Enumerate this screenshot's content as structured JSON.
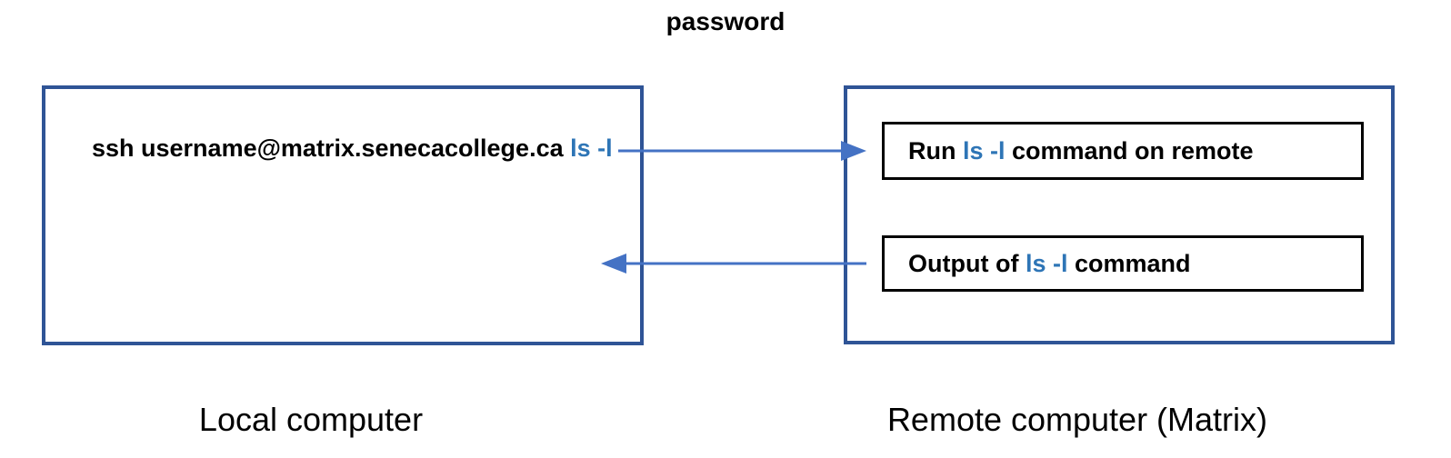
{
  "title": "password",
  "colors": {
    "background": "#ffffff",
    "text": "#000000",
    "box_border": "#2F5496",
    "inner_border": "#000000",
    "arrow": "#4472C4",
    "highlight_text": "#2E75B6"
  },
  "local": {
    "label": "Local computer",
    "command": {
      "prefix": "ssh username@matrix.senecacollege.ca ",
      "highlight": "ls -l"
    }
  },
  "remote": {
    "label": "Remote computer (Matrix)",
    "run_box": {
      "prefix": "Run ",
      "highlight": "ls -l",
      "suffix": " command on remote"
    },
    "output_box": {
      "prefix": "Output of ",
      "highlight": "ls -l",
      "suffix": " command"
    }
  },
  "arrows": {
    "request_direction": "left-to-right",
    "response_direction": "right-to-left"
  }
}
